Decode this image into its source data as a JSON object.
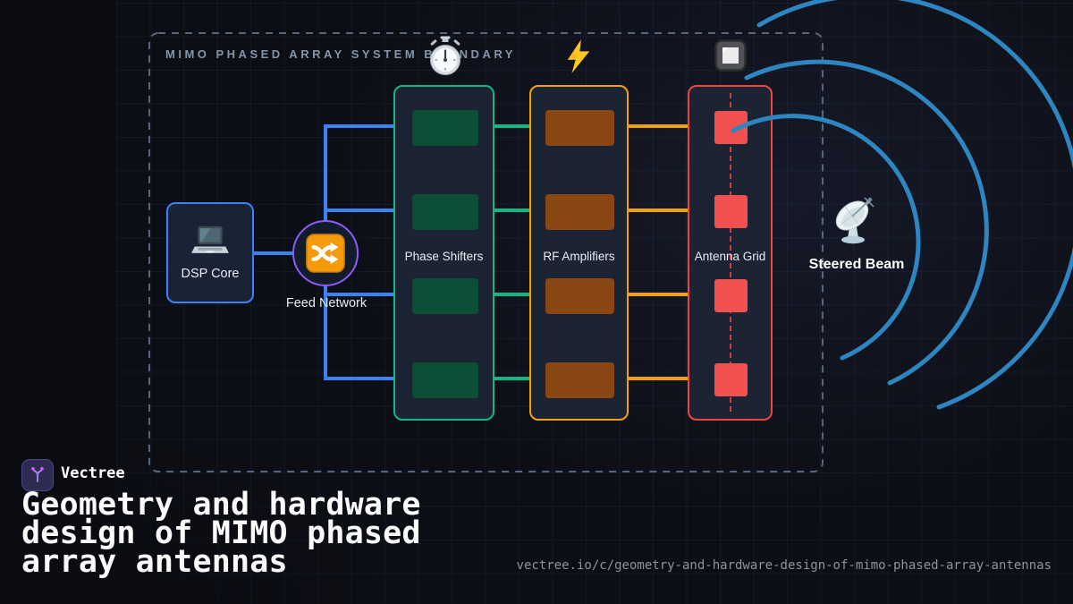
{
  "boundary": {
    "label": "MIMO PHASED ARRAY SYSTEM BOUNDARY"
  },
  "nodes": {
    "dsp": {
      "label": "DSP Core",
      "icon": "laptop-icon"
    },
    "feed": {
      "label": "Feed Network",
      "icon": "shuffle-icon"
    },
    "phase": {
      "label": "Phase Shifters",
      "cells": 4
    },
    "rf": {
      "label": "RF Amplifiers",
      "cells": 4
    },
    "antenna": {
      "label": "Antenna Grid",
      "cells": 4
    },
    "beam": {
      "label": "Steered Beam",
      "icon": "satellite-dish-icon",
      "arc_count": 3
    }
  },
  "decor_icons": [
    "stopwatch-icon",
    "lightning-icon",
    "square-button-icon"
  ],
  "footer": {
    "brand": "Vectree",
    "brand_icon": "vectree-logo-icon",
    "title": "Geometry and hardware design of MIMO phased array antennas",
    "title_lines": [
      "Geometry and hardware",
      "design of MIMO phased",
      "array antennas"
    ],
    "url": "vectree.io/c/geometry-and-hardware-design-of-mimo-phased-array-antennas"
  },
  "colors": {
    "blue": "#3b82f6",
    "purple": "#8b5cf6",
    "green": "#10b981",
    "green_fill": "#0b4f36",
    "orange": "#f5a00b",
    "orange_fill": "#8a4714",
    "red": "#ef4444",
    "red_fill": "#f15050",
    "arc_blue": "#2e86c1",
    "boundary_dash": "#56667c",
    "bg": "#0c0e15",
    "panel": "#1c2433",
    "text": "#e8ebf2",
    "muted": "#8494a9"
  }
}
